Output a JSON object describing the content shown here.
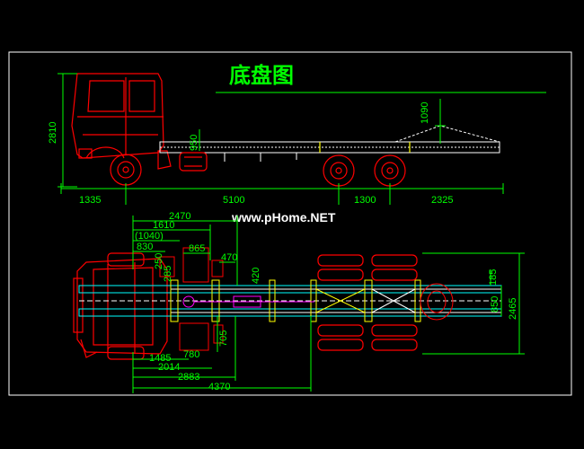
{
  "title": "底盘图",
  "watermark": "www.pHome.NET",
  "colors": {
    "background": "#000000",
    "frame": "#ffffff",
    "dimension": "#00ff00",
    "cab": "#ff0000",
    "chassis": "#ffffff",
    "rail_accent": "#ffff00",
    "cross_member": "#00ffff",
    "component": "#ff00ff"
  },
  "side_view": {
    "overall_height": "2810",
    "rear_height": "1090",
    "fuel_tank": "950",
    "front_overhang": "1335",
    "wheelbase": "5100",
    "axle_spacing": "1300",
    "rear_overhang": "2325"
  },
  "top_view": {
    "dims_top": [
      "2470",
      "1610",
      "(1040)",
      "830",
      "865",
      "470"
    ],
    "small_labels": [
      "250",
      "285",
      "420"
    ],
    "width_total": "2465",
    "width_frame": "850",
    "rear_offset": "185",
    "lower_vertical": "705",
    "lower_small": "780",
    "dims_bottom": [
      "1485",
      "2014",
      "2883",
      "4370"
    ]
  }
}
